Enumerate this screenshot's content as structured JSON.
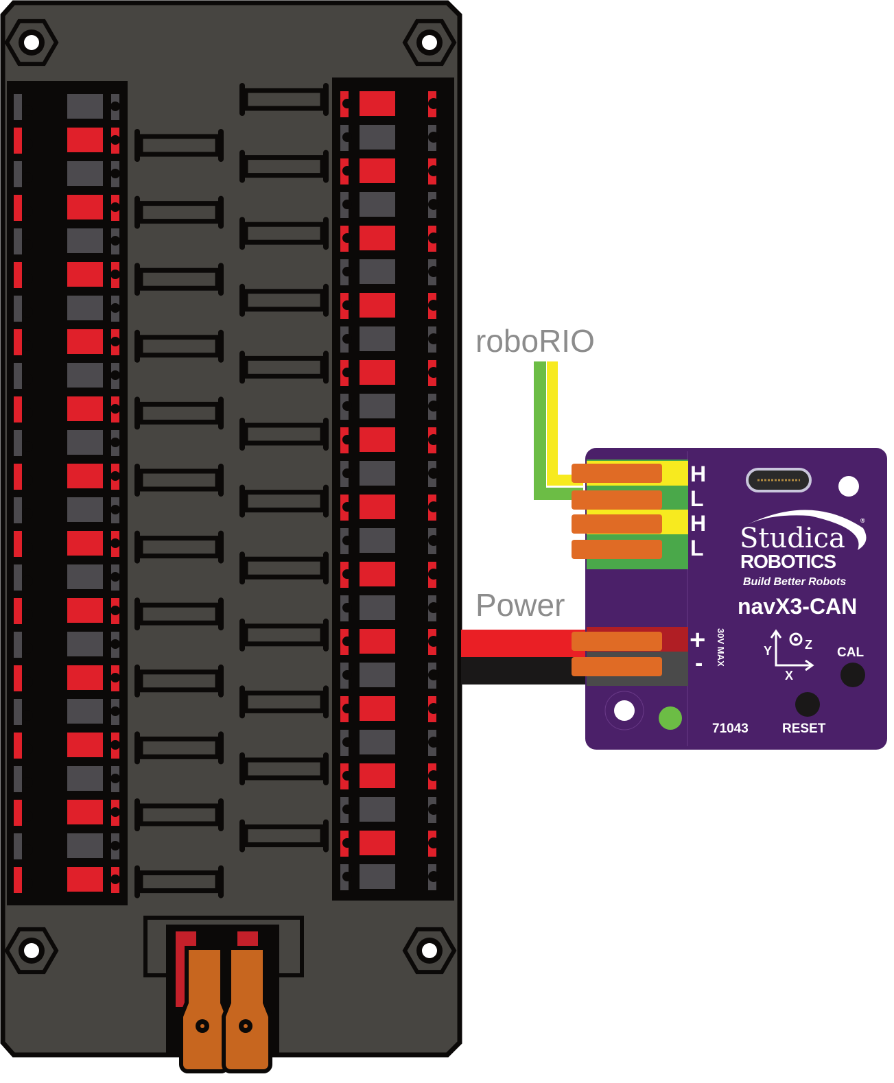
{
  "labels": {
    "can_source": "roboRIO",
    "power_source": "Power"
  },
  "navx": {
    "brand": "Studica",
    "brand_sub": "ROBOTICS",
    "tagline": "Build Better Robots",
    "registered_mark": "®",
    "model": "navX3-CAN",
    "can_pins": [
      "H",
      "L",
      "H",
      "L"
    ],
    "power_plus": "+",
    "power_minus": "-",
    "voltage_note": "30V MAX",
    "axis_x": "X",
    "axis_y": "Y",
    "axis_z": "Z",
    "cal_label": "CAL",
    "reset_label": "RESET",
    "part_number": "71043"
  },
  "colors": {
    "pdh_body": "#474541",
    "pdh_outline": "#0b0908",
    "terminal_red": "#e0202a",
    "terminal_gray": "#4c4a4e",
    "board_purple": "#4b2069",
    "wire_yellow": "#f7ea1f",
    "wire_green": "#6cbd45",
    "wire_red": "#ea1f25",
    "wire_black": "#1a1818",
    "lever_orange": "#e06b25",
    "led_green": "#6cbd45"
  }
}
